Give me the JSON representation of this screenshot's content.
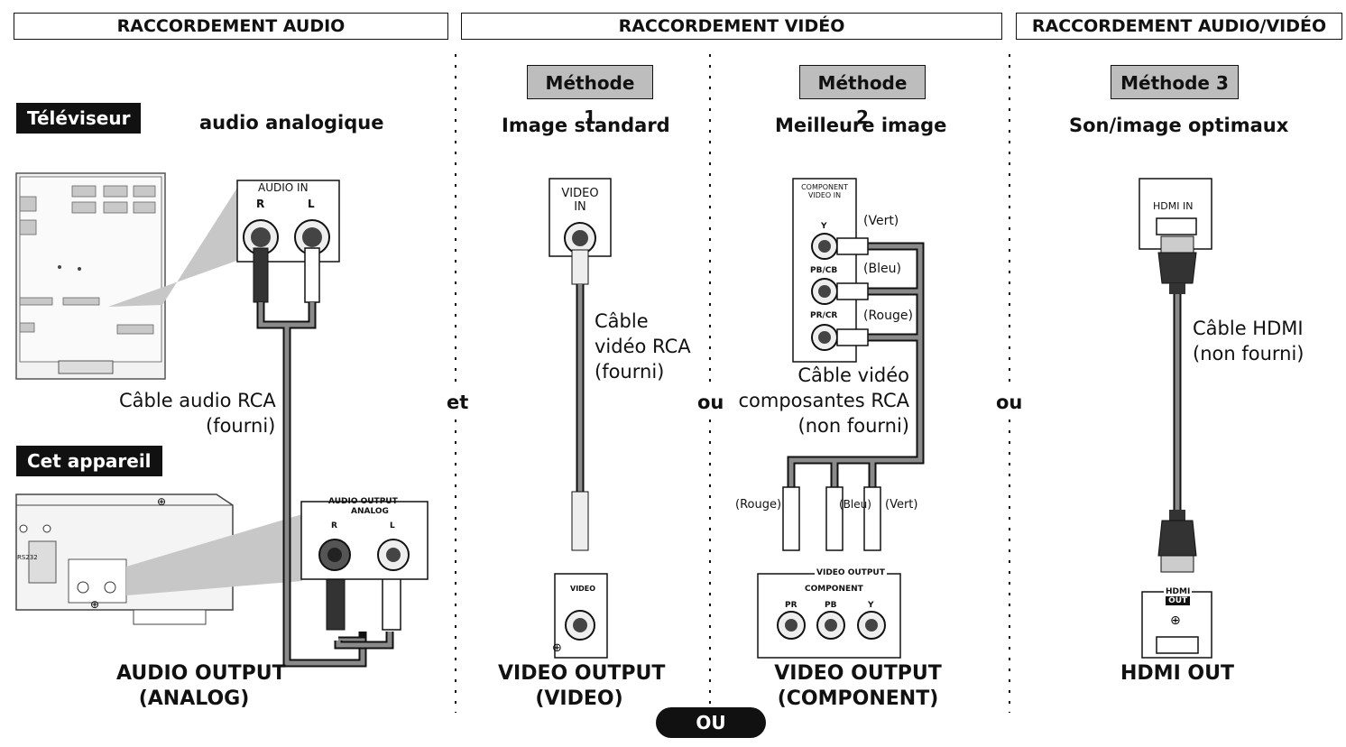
{
  "headers": {
    "audio": "RACCORDEMENT AUDIO",
    "video": "RACCORDEMENT VIDÉO",
    "av": "RACCORDEMENT AUDIO/VIDÉO"
  },
  "audio_section": {
    "tv_label": "Téléviseur",
    "subtitle": "audio analogique",
    "tv_port_title": "AUDIO IN",
    "port_r": "R",
    "port_l": "L",
    "cable_line1": "Câble audio RCA",
    "cable_line2": "(fourni)",
    "unit_label": "Cet appareil",
    "unit_port_title": "AUDIO OUTPUT",
    "unit_port_sub": "ANALOG",
    "unit_port_r": "R",
    "unit_port_l": "L",
    "unit_rear_rs232": "RS232",
    "caption_line1": "AUDIO OUTPUT",
    "caption_line2": "(ANALOG)"
  },
  "connectors": {
    "and": "et",
    "or1": "ou",
    "or2": "ou",
    "or_pill": "OU"
  },
  "method1": {
    "badge": "Méthode 1",
    "subtitle": "Image standard",
    "tv_port_line1": "VIDEO",
    "tv_port_line2": "IN",
    "cable_line1": "Câble",
    "cable_line2": "vidéo RCA",
    "cable_line3": "(fourni)",
    "unit_port": "VIDEO",
    "caption_line1": "VIDEO OUTPUT",
    "caption_line2": "(VIDEO)"
  },
  "method2": {
    "badge": "Méthode 2",
    "subtitle": "Meilleure image",
    "tv_port_line1": "COMPONENT",
    "tv_port_line2": "VIDEO IN",
    "port_y": "Y",
    "port_pb": "PB/CB",
    "port_pr": "PR/CR",
    "color_green": "(Vert)",
    "color_blue": "(Bleu)",
    "color_red": "(Rouge)",
    "cable_line1": "Câble vidéo",
    "cable_line2": "composantes RCA",
    "cable_line3": "(non fourni)",
    "plug_red": "(Rouge)",
    "plug_blue": "(Bleu)",
    "plug_green": "(Vert)",
    "unit_port_title": "VIDEO OUTPUT",
    "unit_port_sub": "COMPONENT",
    "unit_pr": "PR",
    "unit_pb": "PB",
    "unit_y": "Y",
    "caption_line1": "VIDEO OUTPUT",
    "caption_line2": "(COMPONENT)"
  },
  "method3": {
    "badge": "Méthode 3",
    "subtitle": "Son/image optimaux",
    "tv_port": "HDMI IN",
    "cable_line1": "Câble HDMI",
    "cable_line2": "(non fourni)",
    "unit_port_line1": "HDMI",
    "unit_port_line2": "OUT",
    "caption": "HDMI OUT"
  }
}
